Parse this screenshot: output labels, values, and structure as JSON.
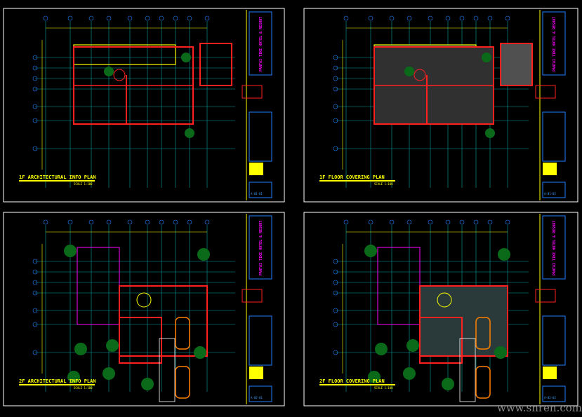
{
  "sheets": [
    {
      "title": "1F ARCHITECTURAL INFO PLAN",
      "scale": "SCALE 1:100",
      "project": "PANTAI TIKE HOTEL & RESORT",
      "sheet_no": "A-01-01",
      "type": "arch"
    },
    {
      "title": "1F FLOOR COVERING PLAN",
      "scale": "SCALE 1:100",
      "project": "PANTAI TIKE HOTEL & RESORT",
      "sheet_no": "A-01-02",
      "type": "floor"
    },
    {
      "title": "2F ARCHITECTURAL INFO PLAN",
      "scale": "SCALE 1:100",
      "project": "PANTAI TIKE HOTEL & RESORT",
      "sheet_no": "A-02-01",
      "type": "arch2"
    },
    {
      "title": "2F FLOOR COVERING PLAN",
      "scale": "SCALE 1:100",
      "project": "PANTAI TIKE HOTEL & RESORT",
      "sheet_no": "A-02-02",
      "type": "floor2"
    }
  ],
  "watermark": "www.snren.com",
  "colors": {
    "background": "#000000",
    "frame": "#ffffff",
    "wall": "#ff2020",
    "grid": "#00a0a0",
    "dim": "#ffff00",
    "titleblock": "#2080ff",
    "tree": "#0a6a1a"
  }
}
